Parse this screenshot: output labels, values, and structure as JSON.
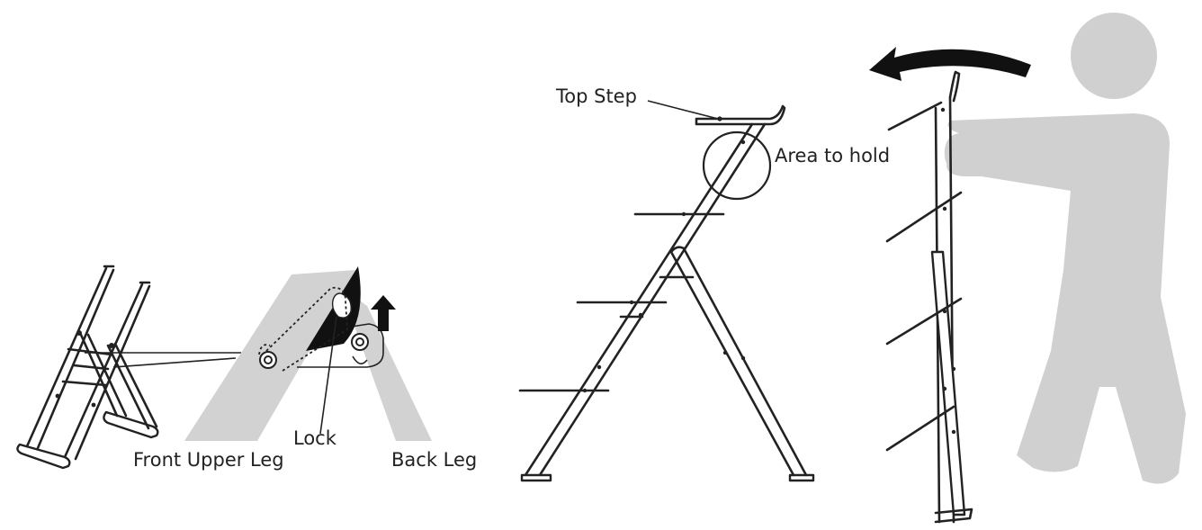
{
  "labels": {
    "front_upper_leg": "Front Upper Leg",
    "lock": "Lock",
    "back_leg": "Back Leg",
    "top_step": "Top Step",
    "area_to_hold": "Area to hold"
  },
  "colors": {
    "line": "#222222",
    "leg_fill": "#d2d2d2",
    "person_fill": "#d0d0d0",
    "arrow": "#111111"
  }
}
